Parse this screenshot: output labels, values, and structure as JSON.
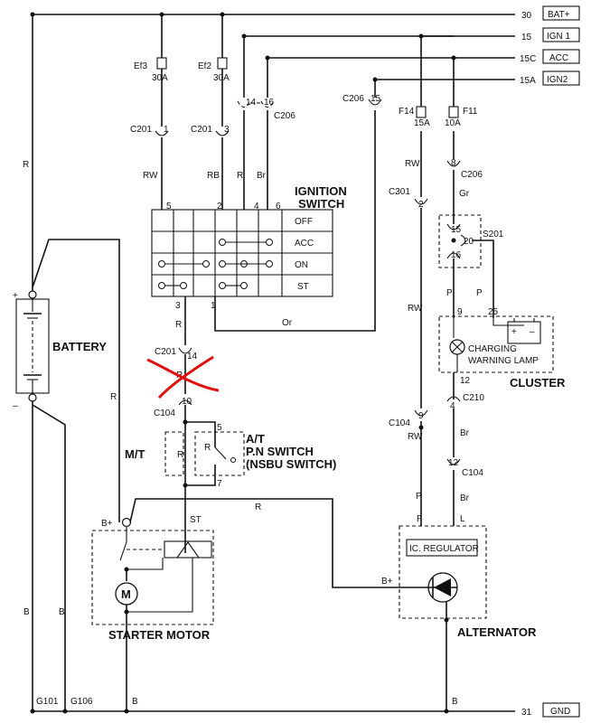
{
  "bus": {
    "bat": {
      "num": "30",
      "name": "BAT+"
    },
    "ign1": {
      "num": "15",
      "name": "IGN 1"
    },
    "acc": {
      "num": "15C",
      "name": "ACC"
    },
    "ign2": {
      "num": "15A",
      "name": "IGN2"
    },
    "gnd": {
      "num": "31",
      "name": "GND"
    }
  },
  "fuses": {
    "ef3": {
      "name": "Ef3",
      "rating": "30A"
    },
    "ef2": {
      "name": "Ef2",
      "rating": "30A"
    },
    "f14": {
      "name": "F14",
      "rating": "15A"
    },
    "f11": {
      "name": "F11",
      "rating": "10A"
    }
  },
  "connectors": {
    "c201": "C201",
    "c206": "C206",
    "c301": "C301",
    "c104": "C104",
    "c210": "C210",
    "s201": "S201"
  },
  "pins": {
    "c201_1": "1",
    "c201_3": "3",
    "c206_14": "14",
    "c206_16": "16",
    "c206_15": "15",
    "c206_8": "8",
    "c301_2": "2",
    "s201_15": "15",
    "s201_20": "20",
    "s201_16": "16",
    "cl_9": "9",
    "cl_25": "25",
    "cl_12": "12",
    "c210_4": "4",
    "c104_9": "9",
    "c104_12": "12",
    "sw_5": "5",
    "sw_2": "2",
    "sw_4": "4",
    "sw_6": "6",
    "sw_3": "3",
    "sw_1": "1",
    "c201_14": "14",
    "c104_10": "10",
    "pn_5": "5",
    "pn_7": "7"
  },
  "wires": {
    "rw": "RW",
    "rb": "RB",
    "r": "R",
    "br": "Br",
    "gr": "Gr",
    "p": "P",
    "or": "Or",
    "b": "B",
    "st": "ST",
    "f": "F",
    "l": "L"
  },
  "ignition_switch": {
    "title_line1": "IGNITION",
    "title_line2": "SWITCH",
    "positions": [
      "OFF",
      "ACC",
      "ON",
      "ST"
    ]
  },
  "battery": {
    "label": "BATTERY",
    "plus": "+",
    "minus": "–"
  },
  "mt": "M/T",
  "pn_switch": {
    "line1": "A/T",
    "line2": "P.N SWITCH",
    "line3": "(NSBU SWITCH)"
  },
  "starter": {
    "label": "STARTER MOTOR",
    "bplus": "B+",
    "motor": "M"
  },
  "cluster": {
    "label": "CLUSTER",
    "lamp_line1": "CHARGING",
    "lamp_line2": "WARNING LAMP"
  },
  "alternator": {
    "label": "ALTERNATOR",
    "regulator": "IC. REGULATOR",
    "bplus": "B+"
  },
  "grounds": {
    "g101": "G101",
    "g106": "G106"
  },
  "colors": {
    "line": "#111111",
    "cross_mark": "#e01010"
  }
}
